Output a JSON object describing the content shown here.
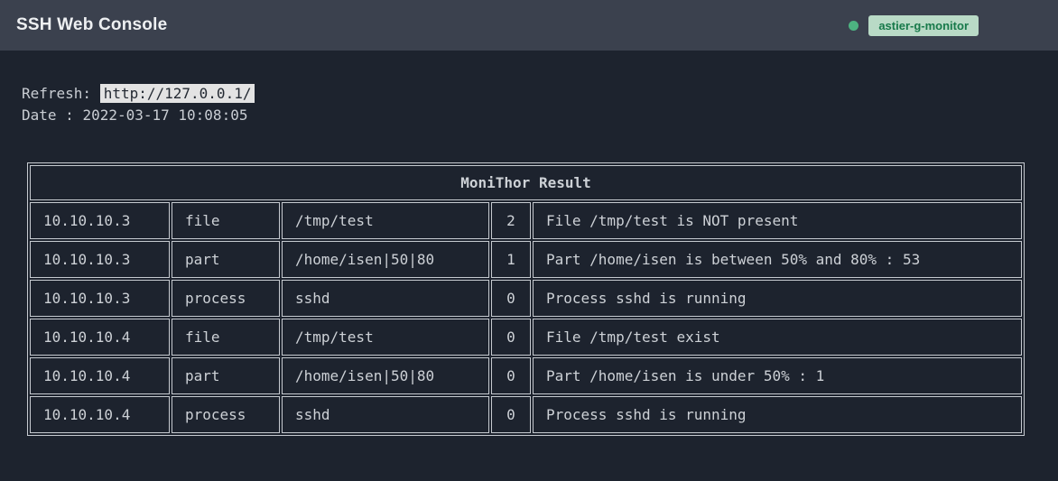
{
  "header": {
    "title": "SSH Web Console",
    "status_badge": "astier-g-monitor"
  },
  "info": {
    "refresh_label": "Refresh: ",
    "refresh_url": "http://127.0.0.1/",
    "date_label": "Date : ",
    "date_value": "2022-03-17 10:08:05"
  },
  "table": {
    "title": "MoniThor Result",
    "rows": [
      {
        "ip": "10.10.10.3",
        "type": "file",
        "target": "/tmp/test",
        "code": "2",
        "message": "File /tmp/test is NOT present"
      },
      {
        "ip": "10.10.10.3",
        "type": "part",
        "target": "/home/isen|50|80",
        "code": "1",
        "message": "Part /home/isen is between 50% and 80% : 53"
      },
      {
        "ip": "10.10.10.3",
        "type": "process",
        "target": "sshd",
        "code": "0",
        "message": "Process sshd is running"
      },
      {
        "ip": "10.10.10.4",
        "type": "file",
        "target": "/tmp/test",
        "code": "0",
        "message": "File /tmp/test exist"
      },
      {
        "ip": "10.10.10.4",
        "type": "part",
        "target": "/home/isen|50|80",
        "code": "0",
        "message": "Part /home/isen is under 50% : 1"
      },
      {
        "ip": "10.10.10.4",
        "type": "process",
        "target": "sshd",
        "code": "0",
        "message": "Process sshd is running"
      }
    ]
  },
  "colors": {
    "header_bg": "#3b414e",
    "body_bg": "#1d232e",
    "text": "#c9cdd3",
    "badge_bg": "#b9dac6",
    "badge_text": "#17794a",
    "status_dot": "#4db381",
    "url_highlight_bg": "#e3e3e3",
    "url_highlight_text": "#232932",
    "table_border": "#c6cad0"
  }
}
